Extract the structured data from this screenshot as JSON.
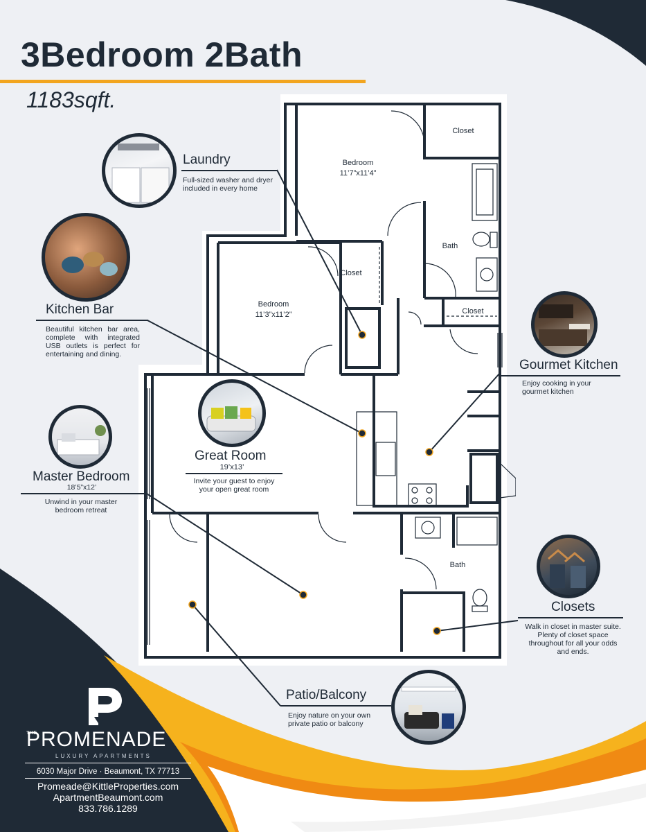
{
  "header": {
    "title": "3Bedroom 2Bath",
    "sqft": "1183sqft."
  },
  "colors": {
    "navy": "#1f2a36",
    "orange": "#f2a51f",
    "background": "#eef0f4"
  },
  "features": {
    "laundry": {
      "title": "Laundry",
      "desc": "Full-sized washer and dryer included in every home"
    },
    "kitchen_bar": {
      "title": "Kitchen Bar",
      "desc": "Beautiful kitchen bar area, complete with integrated USB outlets is perfect for entertaining and dining."
    },
    "master_bedroom": {
      "title": "Master Bedroom",
      "dims": "18’5”x12’",
      "desc": "Unwind in your master bedroom retreat"
    },
    "great_room": {
      "title": "Great Room",
      "dims": "19’x13’",
      "desc": "Invite your guest to enjoy your open great room"
    },
    "gourmet_kitchen": {
      "title": "Gourmet Kitchen",
      "desc": "Enjoy cooking in your gourmet kitchen"
    },
    "closets": {
      "title": "Closets",
      "desc": "Walk in closet in master suite. Plenty of closet space throughout for all your odds and ends."
    },
    "patio": {
      "title": "Patio/Balcony",
      "desc": "Enjoy nature on your own private patio or balcony"
    }
  },
  "plan": {
    "bedroom_a_name": "Bedroom",
    "bedroom_a_dims": "11’7”x11’4”",
    "bedroom_b_name": "Bedroom",
    "bedroom_b_dims": "11’3”x11’2”",
    "closet_a": "Closet",
    "closet_b": "Closet",
    "closet_c": "Closet",
    "bath_a": "Bath",
    "bath_b": "Bath"
  },
  "brand": {
    "the": "THE",
    "name": "PROMENADE",
    "tagline": "LUXURY APARTMENTS",
    "address": "6030 Major Drive · Beaumont, TX 77713",
    "email": "Promeade@KittleProperties.com",
    "website": "ApartmentBeaumont.com",
    "phone": "833.786.1289"
  }
}
